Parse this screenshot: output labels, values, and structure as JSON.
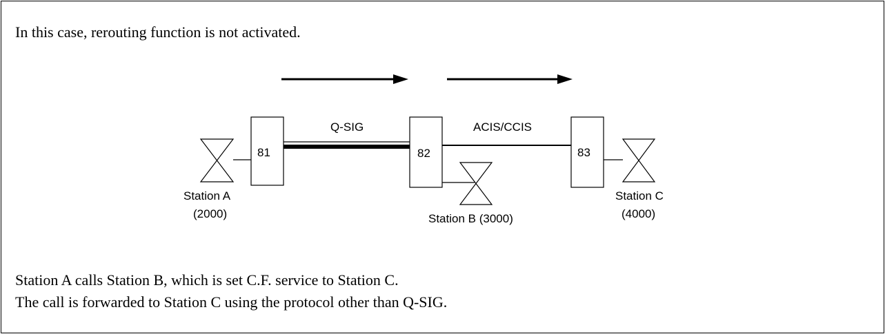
{
  "intro_text": "In this case, rerouting function is not activated.",
  "diagram": {
    "nodes": [
      {
        "id": "81",
        "label": "81"
      },
      {
        "id": "82",
        "label": "82"
      },
      {
        "id": "83",
        "label": "83"
      }
    ],
    "links": [
      {
        "from": "81",
        "to": "82",
        "protocol": "Q-SIG"
      },
      {
        "from": "82",
        "to": "83",
        "protocol": "ACIS/CCIS"
      }
    ],
    "stations": [
      {
        "name": "Station A",
        "number": "(2000)",
        "node": "81"
      },
      {
        "name": "Station B (3000)",
        "node": "82"
      },
      {
        "name": "Station C",
        "number": "(4000)",
        "node": "83"
      }
    ]
  },
  "description": [
    "Station A calls Station B, which is set C.F. service to Station C.",
    "The call is forwarded to Station C using the protocol other than Q-SIG."
  ]
}
